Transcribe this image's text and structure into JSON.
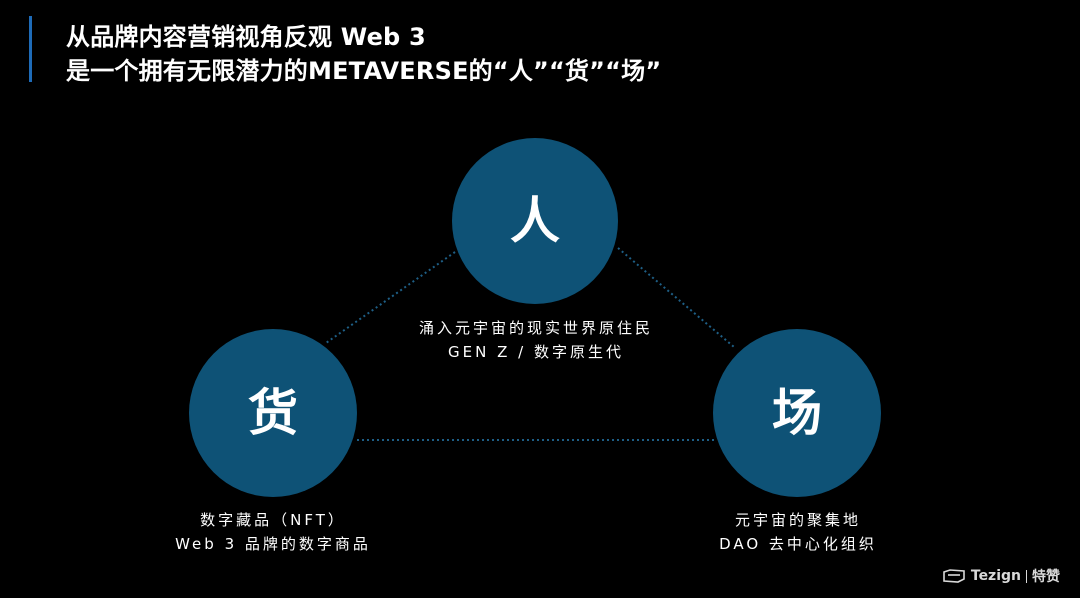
{
  "header": {
    "title_line1": "从品牌内容营销视角反观 Web 3",
    "title_line2": "是一个拥有无限潜力的METAVERSE的“人”“货”“场”",
    "accent_color": "#1E6BB8"
  },
  "diagram": {
    "circle_color": "#0E5276",
    "connector_color": "#1E5F86",
    "nodes": [
      {
        "id": "ren",
        "label": "人",
        "desc_line1": "涌入元宇宙的现实世界原住民",
        "desc_line2": "GEN Z / 数字原生代"
      },
      {
        "id": "huo",
        "label": "货",
        "desc_line1": "数字藏品（NFT）",
        "desc_line2": "Web 3 品牌的数字商品"
      },
      {
        "id": "chang",
        "label": "场",
        "desc_line1": "元宇宙的聚集地",
        "desc_line2": "DAO 去中心化组织"
      }
    ]
  },
  "footer": {
    "logo_text": "Tezign",
    "logo_cn": "特赞",
    "logo_icon": "tezign-logo-icon"
  }
}
